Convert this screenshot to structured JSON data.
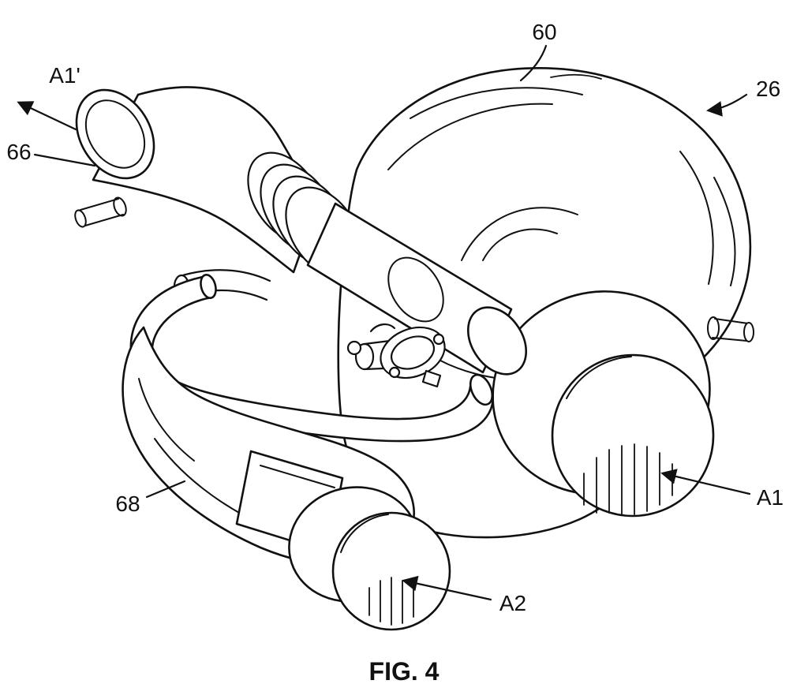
{
  "figure": {
    "caption": "FIG. 4",
    "labels": {
      "n60": "60",
      "n26": "26",
      "n66": "66",
      "n68": "68",
      "a1p": "A1'",
      "a1": "A1",
      "a2": "A2"
    },
    "colors": {
      "line": "#111111",
      "background": "#ffffff"
    }
  }
}
